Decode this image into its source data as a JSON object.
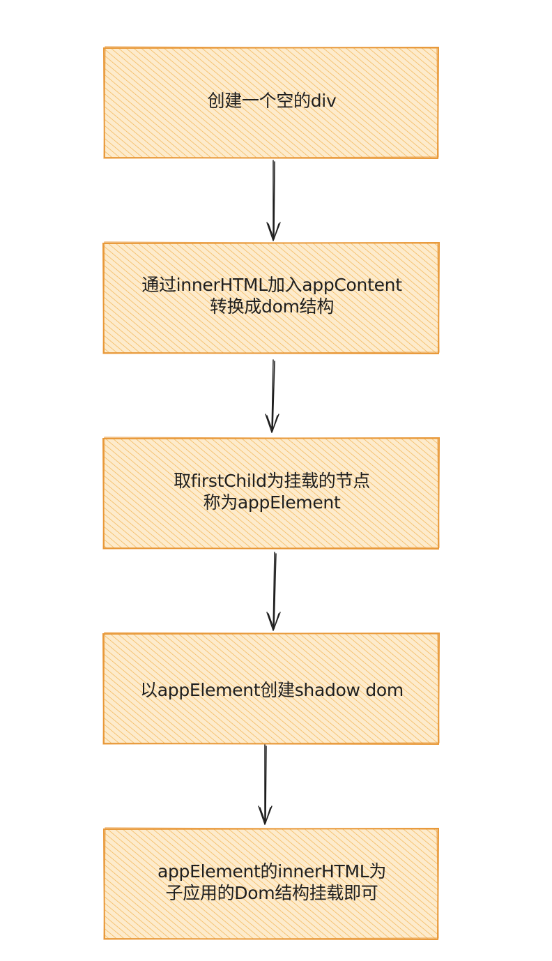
{
  "diagram": {
    "type": "flowchart",
    "style": {
      "box_fill": "#fbd38d",
      "box_stroke": "#e8993a",
      "hatch_color": "#f0a93b",
      "arrow_color": "#1e1e1e",
      "text_color": "#1e1e1e"
    },
    "nodes": [
      {
        "id": "step-1",
        "lines": [
          "创建一个空的div"
        ]
      },
      {
        "id": "step-2",
        "lines": [
          "通过innerHTML加入appContent",
          "转换成dom结构"
        ]
      },
      {
        "id": "step-3",
        "lines": [
          "取firstChild为挂载的节点",
          "称为appElement"
        ]
      },
      {
        "id": "step-4",
        "lines": [
          "以appElement创建shadow dom"
        ]
      },
      {
        "id": "step-5",
        "lines": [
          "appElement的innerHTML为",
          "子应用的Dom结构挂载即可"
        ]
      }
    ],
    "edges": [
      {
        "from": "step-1",
        "to": "step-2"
      },
      {
        "from": "step-2",
        "to": "step-3"
      },
      {
        "from": "step-3",
        "to": "step-4"
      },
      {
        "from": "step-4",
        "to": "step-5"
      }
    ]
  }
}
